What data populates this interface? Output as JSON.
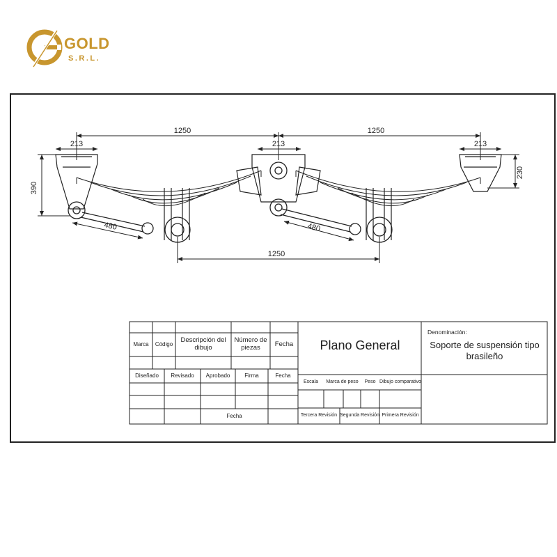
{
  "logo": {
    "brand": "GOLD",
    "subtitle": "S.R.L.",
    "color": "#c8962e"
  },
  "dimensions": {
    "top_left_span": "1250",
    "top_right_span": "1250",
    "hanger_left": "213",
    "hanger_center": "213",
    "hanger_right": "213",
    "height_left": "390",
    "height_right": "230",
    "torque_arm_left": "480",
    "torque_arm_right": "480",
    "axle_spacing": "1250"
  },
  "title_block": {
    "headers": {
      "marca": "Marca",
      "codigo": "Código",
      "descripcion": "Descripción del dibujo",
      "numero": "Número de piezas",
      "fecha": "Fecha"
    },
    "signatures": {
      "disenado": "Diseñado",
      "revisado": "Revisado",
      "aprobado": "Aprobado",
      "firma": "Firma",
      "fecha": "Fecha"
    },
    "footer_fecha": "Fecha",
    "plano": "Plano General",
    "scale_row": {
      "escala": "Escala",
      "marca_peso": "Marca de peso",
      "peso": "Peso",
      "dibujo": "Dibujo comparativo"
    },
    "revisions": {
      "tercera": "Tercera Revisión",
      "segunda": "Segunda Revisión",
      "primera": "Primera Revisión"
    },
    "denominacion_label": "Denominación:",
    "denominacion_value": "Soporte de suspensión tipo brasileño"
  }
}
